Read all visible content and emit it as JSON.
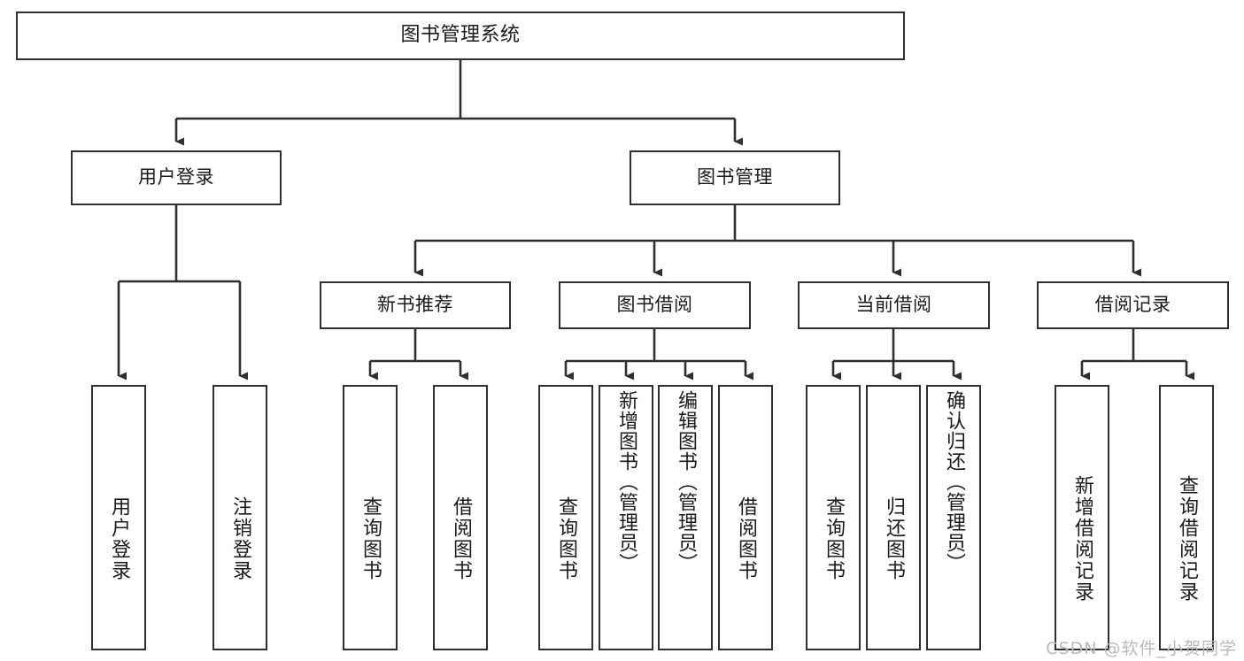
{
  "diagram": {
    "title": "图书管理系统",
    "type": "hierarchy-tree",
    "watermark": "CSDN @软件_小贺同学",
    "colors": {
      "border": "#2f2f2f",
      "background": "#ffffff",
      "text": "#1a1a1a",
      "watermark": "#b9b9b9"
    },
    "nodes": {
      "root": {
        "label": "图书管理系统"
      },
      "level1": [
        {
          "id": "user-login",
          "label": "用户登录"
        },
        {
          "id": "book-management",
          "label": "图书管理"
        }
      ],
      "level2": [
        {
          "id": "new-book-recommend",
          "label": "新书推荐"
        },
        {
          "id": "book-borrow",
          "label": "图书借阅"
        },
        {
          "id": "current-borrow",
          "label": "当前借阅"
        },
        {
          "id": "borrow-record",
          "label": "借阅记录"
        }
      ],
      "leaves": {
        "user_login": [
          {
            "id": "leaf-user-login",
            "label": "用户登录"
          },
          {
            "id": "leaf-logout",
            "label": "注销登录"
          }
        ],
        "new_book_recommend": [
          {
            "id": "leaf-query-book-1",
            "label": "查询图书"
          },
          {
            "id": "leaf-borrow-book-1",
            "label": "借阅图书"
          }
        ],
        "book_borrow": [
          {
            "id": "leaf-query-book-2",
            "label": "查询图书"
          },
          {
            "id": "leaf-add-book",
            "label": "新增图书（管理员）"
          },
          {
            "id": "leaf-edit-book",
            "label": "编辑图书（管理员）"
          },
          {
            "id": "leaf-borrow-book-2",
            "label": "借阅图书"
          }
        ],
        "current_borrow": [
          {
            "id": "leaf-query-book-3",
            "label": "查询图书"
          },
          {
            "id": "leaf-return-book",
            "label": "归还图书"
          },
          {
            "id": "leaf-confirm-return",
            "label": "确认归还（管理员）"
          }
        ],
        "borrow_record": [
          {
            "id": "leaf-add-record",
            "label": "新增借阅记录"
          },
          {
            "id": "leaf-query-record",
            "label": "查询借阅记录"
          }
        ]
      }
    }
  }
}
